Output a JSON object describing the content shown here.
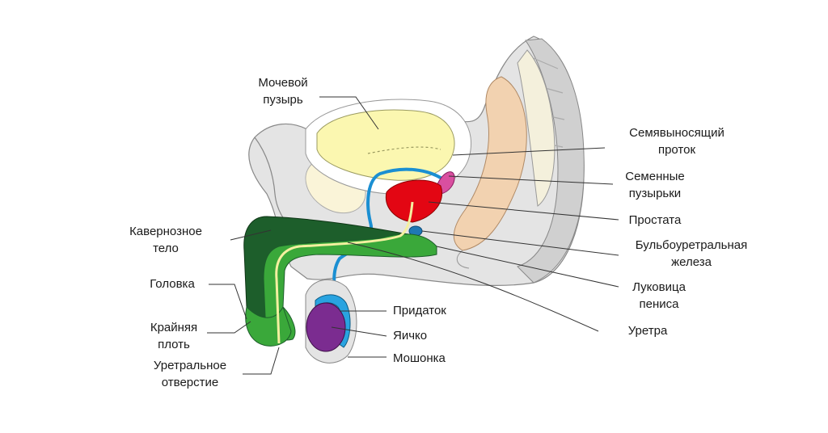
{
  "labels": {
    "bladder": [
      "Мочевой",
      "пузырь"
    ],
    "vas_deferens": [
      "Семявыносящий",
      "проток"
    ],
    "seminal_vesicles": [
      "Семенные",
      "пузырьки"
    ],
    "prostate": "Простата",
    "bulbourethral_gland": [
      "Бульбоуретральная",
      "железа"
    ],
    "penile_bulb": [
      "Луковица",
      "пениса"
    ],
    "urethra": "Уретра",
    "corpus_cavernosum": [
      "Кавернозное",
      "тело"
    ],
    "glans": "Головка",
    "foreskin": [
      "Крайняя",
      "плоть"
    ],
    "urethral_opening": [
      "Уретральное",
      "отверстие"
    ],
    "epididymis": "Придаток",
    "testicle": "Яичко",
    "scrotum": "Мошонка"
  },
  "colors": {
    "bladder": "#fbf7b0",
    "prostate": "#e30613",
    "seminal_vesicles": "#d94fa0",
    "bulbourethral_gland": "#1f78b4",
    "corpus_cavernosum": "#1d5e2b",
    "corpus_spongiosum": "#3aa83a",
    "urethra": "#f4f0a0",
    "vas_deferens": "#1b8fd2",
    "testicle": "#7b2c90",
    "epididymis": "#29a3e0",
    "rectum": "#f2d2b0",
    "pubic_bone": "#faf4d8",
    "tissue": "#e4e4e4",
    "leader_lines": "#333333"
  }
}
